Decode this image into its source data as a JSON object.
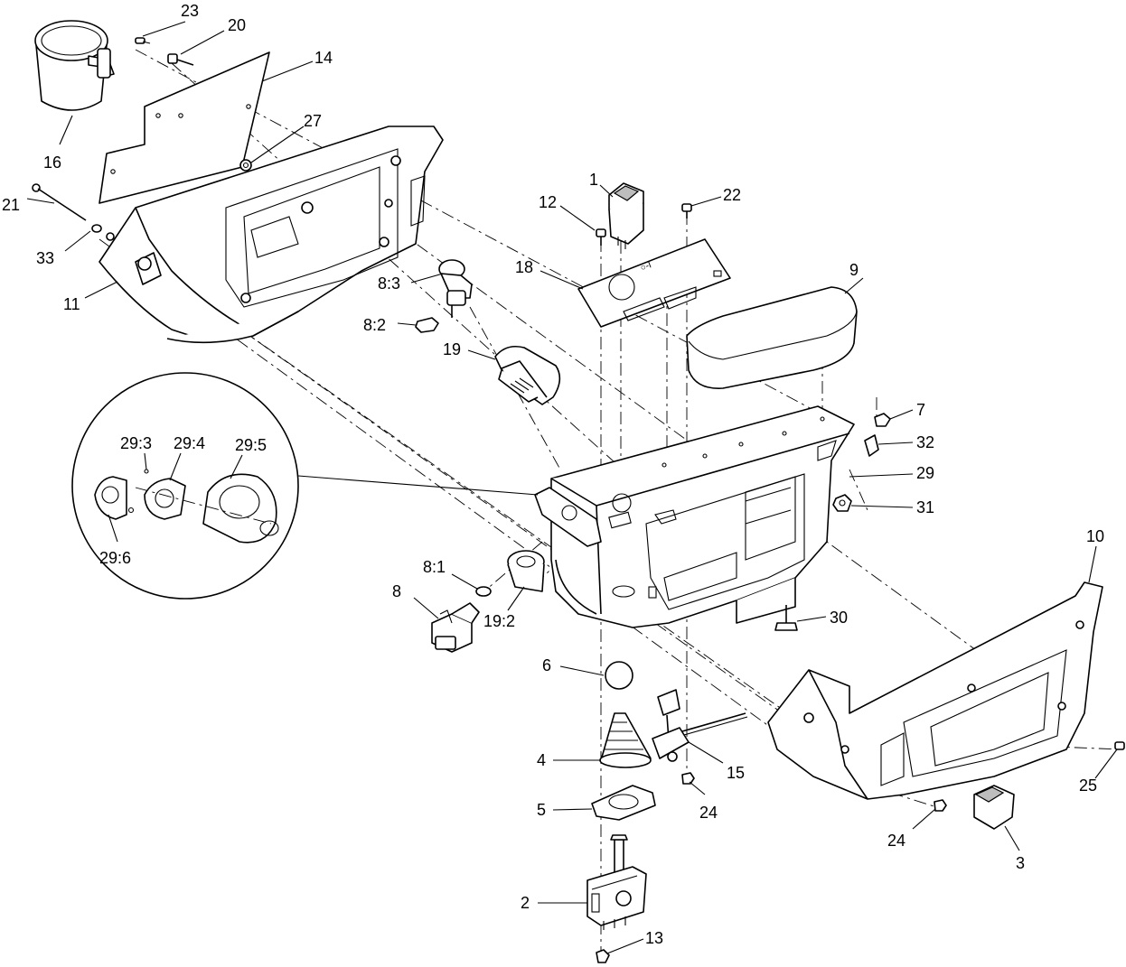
{
  "callouts": {
    "c1": "1",
    "c2": "2",
    "c3": "3",
    "c4": "4",
    "c5": "5",
    "c6": "6",
    "c7": "7",
    "c8": "8",
    "c8_1": "8:1",
    "c8_2": "8:2",
    "c8_3": "8:3",
    "c9": "9",
    "c10": "10",
    "c11": "11",
    "c12": "12",
    "c13": "13",
    "c14": "14",
    "c15": "15",
    "c16": "16",
    "c18": "18",
    "c19": "19",
    "c19_2": "19:2",
    "c20": "20",
    "c21": "21",
    "c22": "22",
    "c23": "23",
    "c24a": "24",
    "c24b": "24",
    "c25": "25",
    "c27": "27",
    "c29": "29",
    "c29_3": "29:3",
    "c29_4": "29:4",
    "c29_5": "29:5",
    "c29_6": "29:6",
    "c30": "30",
    "c31": "31",
    "c32": "32",
    "c33": "33"
  }
}
